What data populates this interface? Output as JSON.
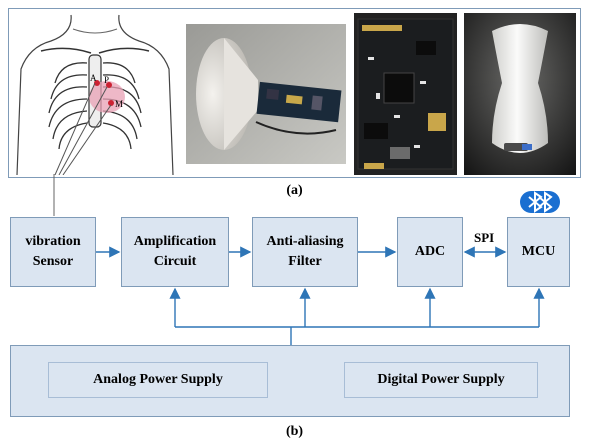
{
  "panel_a": {
    "caption": "(a)",
    "sketch_labels": {
      "A": "A",
      "P": "P",
      "M": "M"
    }
  },
  "panel_b": {
    "caption": "(b)",
    "blocks": {
      "sensor": "vibration\nSensor",
      "amplification": "Amplification\nCircuit",
      "antialiasing": "Anti-aliasing\nFilter",
      "adc": "ADC",
      "mcu": "MCU"
    },
    "spi_label": "SPI",
    "power": {
      "analog": "Analog Power Supply",
      "digital": "Digital Power Supply"
    }
  },
  "colors": {
    "block_fill": "#dbe5f1",
    "block_border": "#7f9bb8",
    "connector": "#2e75b6",
    "bluetooth": "#1a6fd1"
  }
}
